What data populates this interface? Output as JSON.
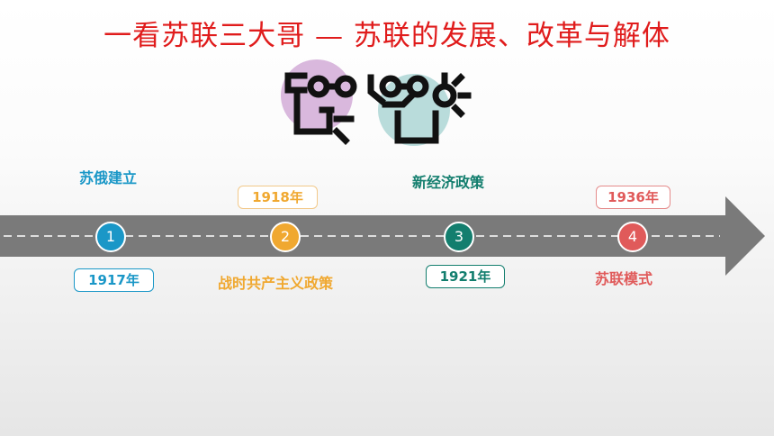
{
  "title": "一看苏联三大哥 — 苏联的发展、改革与解体",
  "timeline": {
    "events": [
      {
        "number": "1",
        "label": "苏俄建立",
        "year": "1917年",
        "color": "#1a97c7"
      },
      {
        "number": "2",
        "label": "战时共产主义政策",
        "year": "1918年",
        "color": "#f0a830"
      },
      {
        "number": "3",
        "label": "新经济政策",
        "year": "1921年",
        "color": "#137e6e"
      },
      {
        "number": "4",
        "label": "苏联模式",
        "year": "1936年",
        "color": "#e05a5a"
      }
    ]
  },
  "colors": {
    "title": "#e01c1c",
    "arrow": "#7a7a7a",
    "illustration_left": "#d9b8dd",
    "illustration_right": "#b9dcdb"
  },
  "icons": [
    "cartoon-faces-illustration",
    "timeline-arrow"
  ]
}
